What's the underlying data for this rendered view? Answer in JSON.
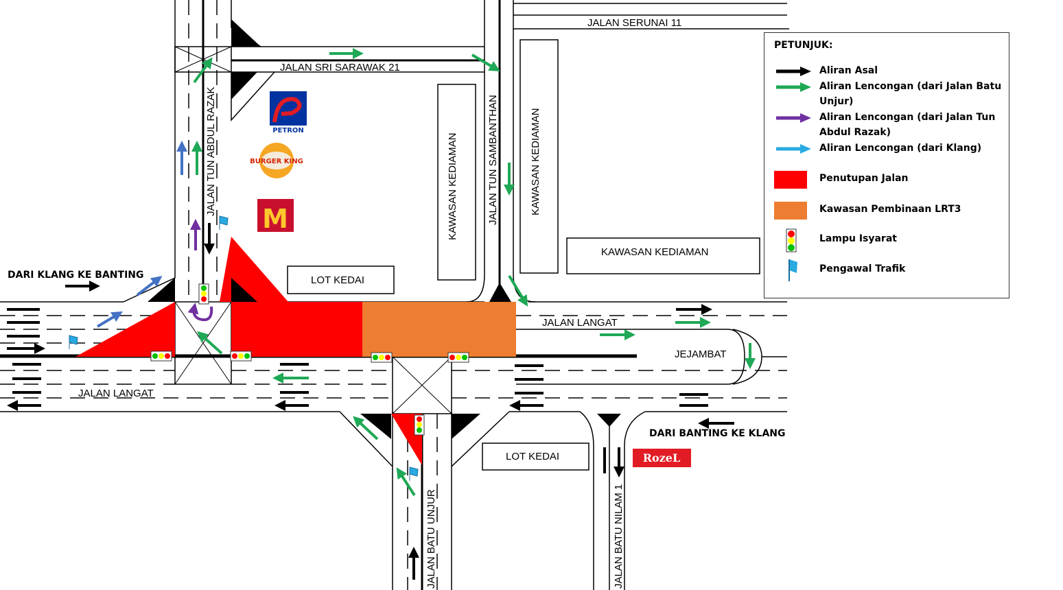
{
  "roads": {
    "jalan_serunai_11": "JALAN SERUNAI 11",
    "jalan_sri_sarawak_21": "JALAN SRI SARAWAK 21",
    "jalan_tun_abdul_razak": "JALAN TUN ABDUL RAZAK",
    "jalan_tun_sambanthan": "JALAN TUN SAMBANTHAN",
    "jalan_langat_west": "JALAN LANGAT",
    "jalan_langat_east": "JALAN LANGAT",
    "jalan_batu_unjur": "JALAN BATU UNJUR",
    "jalan_batu_nilam_1": "JALAN BATU NILAM 1",
    "jejambat": "JEJAMBAT"
  },
  "directions": {
    "klang_to_banting": "DARI KLANG KE BANTING",
    "banting_to_klang": "DARI BANTING KE KLANG"
  },
  "areas": {
    "kawasan_kediaman_1": "KAWASAN KEDIAMAN",
    "kawasan_kediaman_2": "KAWASAN KEDIAMAN",
    "kawasan_kediaman_3": "KAWASAN KEDIAMAN",
    "lot_kedai_1": "LOT KEDAI",
    "lot_kedai_2": "LOT KEDAI"
  },
  "landmarks": {
    "petron": "PETRON",
    "burger_king": "BURGER KING",
    "mcdonalds": "M",
    "rozel": "RozeL"
  },
  "legend": {
    "title": "PETUNJUK:",
    "items": [
      {
        "label": "Aliran Asal",
        "color": "#000000",
        "icon": "arrow"
      },
      {
        "label": "Aliran Lencongan (dari Jalan Batu Unjur)",
        "color": "#1fa855",
        "icon": "arrow"
      },
      {
        "label": "Aliran Lencongan (dari Jalan Tun Abdul Razak)",
        "color": "#7030a0",
        "icon": "arrow"
      },
      {
        "label": "Aliran Lencongan (dari Klang)",
        "color": "#29aae1",
        "icon": "arrow"
      },
      {
        "label": "Penutupan Jalan",
        "color": "#ff0000",
        "icon": "box"
      },
      {
        "label": "Kawasan Pembinaan LRT3",
        "color": "#ed7d31",
        "icon": "box"
      },
      {
        "label": "Lampu Isyarat",
        "icon": "traffic-light"
      },
      {
        "label": "Pengawal Trafik",
        "icon": "flag"
      }
    ]
  }
}
